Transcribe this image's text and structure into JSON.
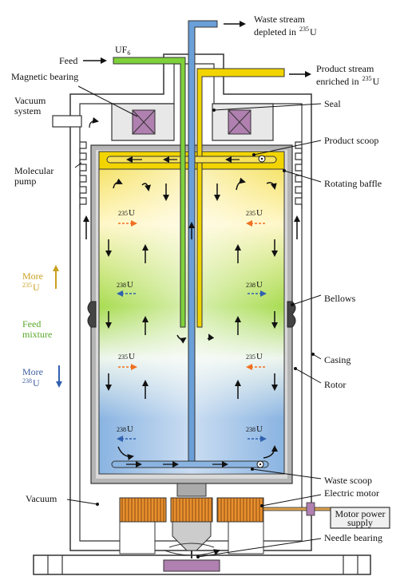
{
  "labels": {
    "waste_stream_1": "Waste stream",
    "waste_stream_2": "depleted in",
    "waste_stream_iso": "235",
    "waste_stream_el": "U",
    "uf6": "UF",
    "uf6_sub": "6",
    "feed": "Feed",
    "magnetic_bearing": "Magnetic bearing",
    "product_stream_1": "Product stream",
    "product_stream_2": "enriched in",
    "product_stream_iso": "235",
    "product_stream_el": "U",
    "vacuum_system_1": "Vacuum",
    "vacuum_system_2": "system",
    "seal": "Seal",
    "product_scoop": "Product scoop",
    "molecular_pump_1": "Molecular",
    "molecular_pump_2": "pump",
    "rotating_baffle": "Rotating baffle",
    "more_235_1": "More",
    "more_235_iso": "235",
    "more_235_el": "U",
    "bellows": "Bellows",
    "feed_mixture_1": "Feed",
    "feed_mixture_2": "mixture",
    "casing": "Casing",
    "more_238_1": "More",
    "more_238_iso": "238",
    "more_238_el": "U",
    "rotor": "Rotor",
    "waste_scoop": "Waste scoop",
    "vacuum": "Vacuum",
    "electric_motor": "Electric motor",
    "motor_power_1": "Motor power",
    "motor_power_2": "supply",
    "needle_bearing": "Needle bearing"
  },
  "isotopes": {
    "u235_iso": "235",
    "u238_iso": "238",
    "element": "U"
  },
  "colors": {
    "feed_green": "#7fd13b",
    "product_yellow": "#f2d400",
    "waste_blue": "#6a9fd8",
    "u235_orange": "#f07020",
    "u238_blue": "#3060b0",
    "more235_label": "#c8a020",
    "feedmix_label": "#5aa82a",
    "more238_label": "#4060a0",
    "magnet_purple": "#b080b0",
    "motor_copper": "#d9802a"
  }
}
